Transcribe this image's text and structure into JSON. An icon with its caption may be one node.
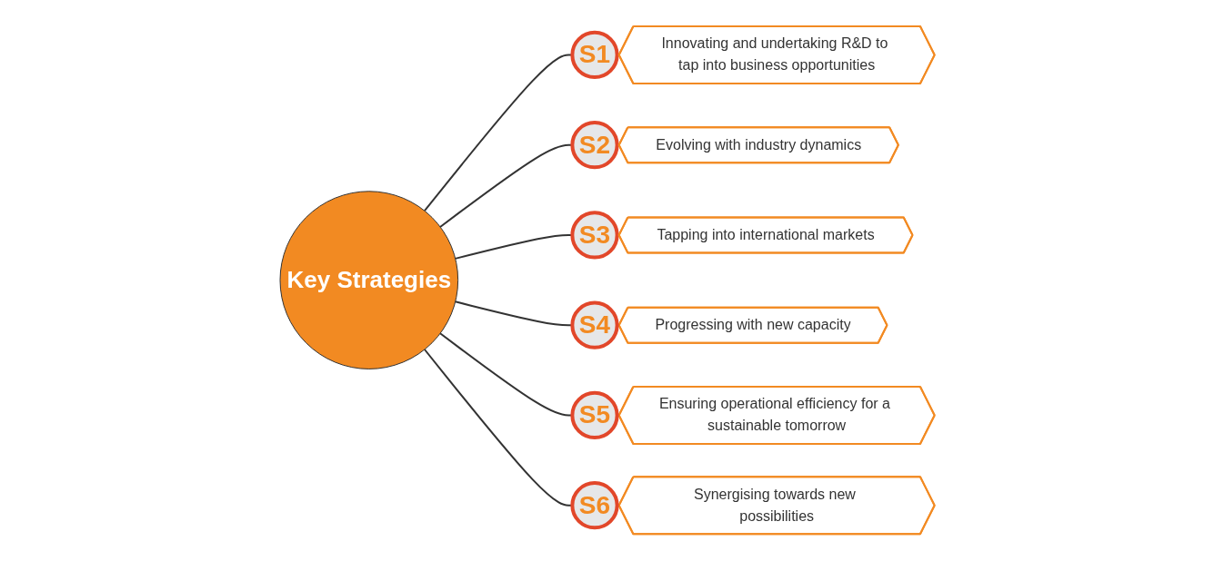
{
  "diagram": {
    "nodes": [
      {
        "text": [
          "Synergising towards new possibilities"
        ]
      },
      {
        "text": [
          "S6"
        ]
      },
      {
        "text": [
          "S1"
        ]
      },
      {
        "text": [
          "Innovating and undertaking R&D to tap into business opportunities"
        ]
      },
      {
        "text": [
          "Ensuring operational efficiency for a sustainable tomorrow"
        ]
      },
      {
        "text": [
          "S5"
        ]
      },
      {
        "text": [
          "Key Strategies"
        ]
      },
      {
        "text": [
          "S2"
        ]
      },
      {
        "text": [
          "Evolving with industry dynamics"
        ]
      },
      {
        "text": [
          "Progressing with new capacity"
        ]
      },
      {
        "text": [
          "S4"
        ]
      },
      {
        "text": [
          "S3"
        ]
      },
      {
        "text": [
          "Tapping into international markets"
        ]
      }
    ],
    "edges": [
      {
        "from": 6,
        "to": 2,
        "arrow": "none"
      },
      {
        "from": 6,
        "to": 7,
        "arrow": "none"
      },
      {
        "from": 6,
        "to": 11,
        "arrow": "none"
      },
      {
        "from": 6,
        "to": 10,
        "arrow": "none"
      },
      {
        "from": 6,
        "to": 5,
        "arrow": "none"
      },
      {
        "from": 6,
        "to": 1,
        "arrow": "none"
      }
    ]
  }
}
